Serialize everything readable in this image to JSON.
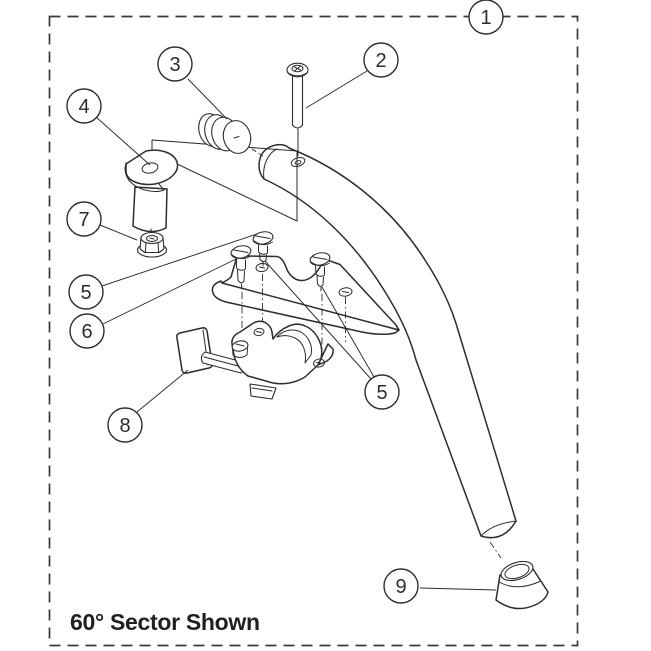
{
  "figure": {
    "caption": "60° Sector Shown",
    "line_color": "#2e2c2d",
    "background": "#ffffff",
    "callouts": {
      "c1": {
        "label": "1"
      },
      "c2": {
        "label": "2"
      },
      "c3": {
        "label": "3"
      },
      "c4": {
        "label": "4"
      },
      "c5_left": {
        "label": "5"
      },
      "c5_right": {
        "label": "5"
      },
      "c6": {
        "label": "6"
      },
      "c7": {
        "label": "7"
      },
      "c8": {
        "label": "8"
      },
      "c9": {
        "label": "9"
      }
    }
  }
}
